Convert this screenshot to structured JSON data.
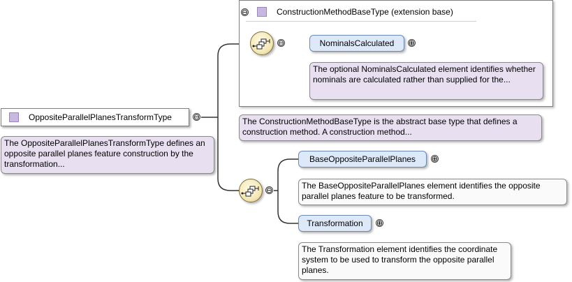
{
  "root": {
    "name": "OppositeParallelPlanesTransformType",
    "doc": "The OppositeParallelPlanesTransformType defines an opposite parallel planes feature construction by the transformation..."
  },
  "base": {
    "label": "ConstructionMethodBaseType (extension base)",
    "doc": "The ConstructionMethodBaseType is the abstract base type that defines a construction method. A construction method...",
    "element": {
      "name": "NominalsCalculated",
      "doc": "The optional NominalsCalculated element identifies whether nominals are calculated rather than supplied for the..."
    }
  },
  "elements": [
    {
      "name": "BaseOppositeParallelPlanes",
      "doc": "The BaseOppositeParallelPlanes element identifies the opposite parallel planes feature to be transformed."
    },
    {
      "name": "Transformation",
      "doc": "The Transformation element identifies the coordinate system to be used to transform the opposite parallel planes."
    }
  ],
  "symbols": {
    "collapse": "⊖",
    "expand": "⊕"
  }
}
